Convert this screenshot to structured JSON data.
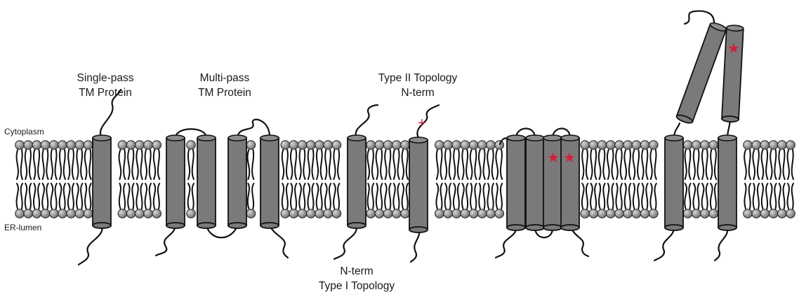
{
  "labels": {
    "cytoplasm": "Cytoplasm",
    "er_lumen": "ER-lumen",
    "single_pass_line1": "Single-pass",
    "single_pass_line2": "TM Protein",
    "multi_pass_line1": "Multi-pass",
    "multi_pass_line2": "TM Protein",
    "type2_line1": "Type II Topology",
    "type2_line2": "N-term",
    "type1_line1": "N-term",
    "type1_line2": "Type I Topology",
    "plus_sign": "+"
  },
  "colors": {
    "protein_fill": "#7a7a7a",
    "lipid_head": "#8a8a8a",
    "outline": "#111111",
    "star": "#d0223a",
    "plus": "#d0223a"
  }
}
